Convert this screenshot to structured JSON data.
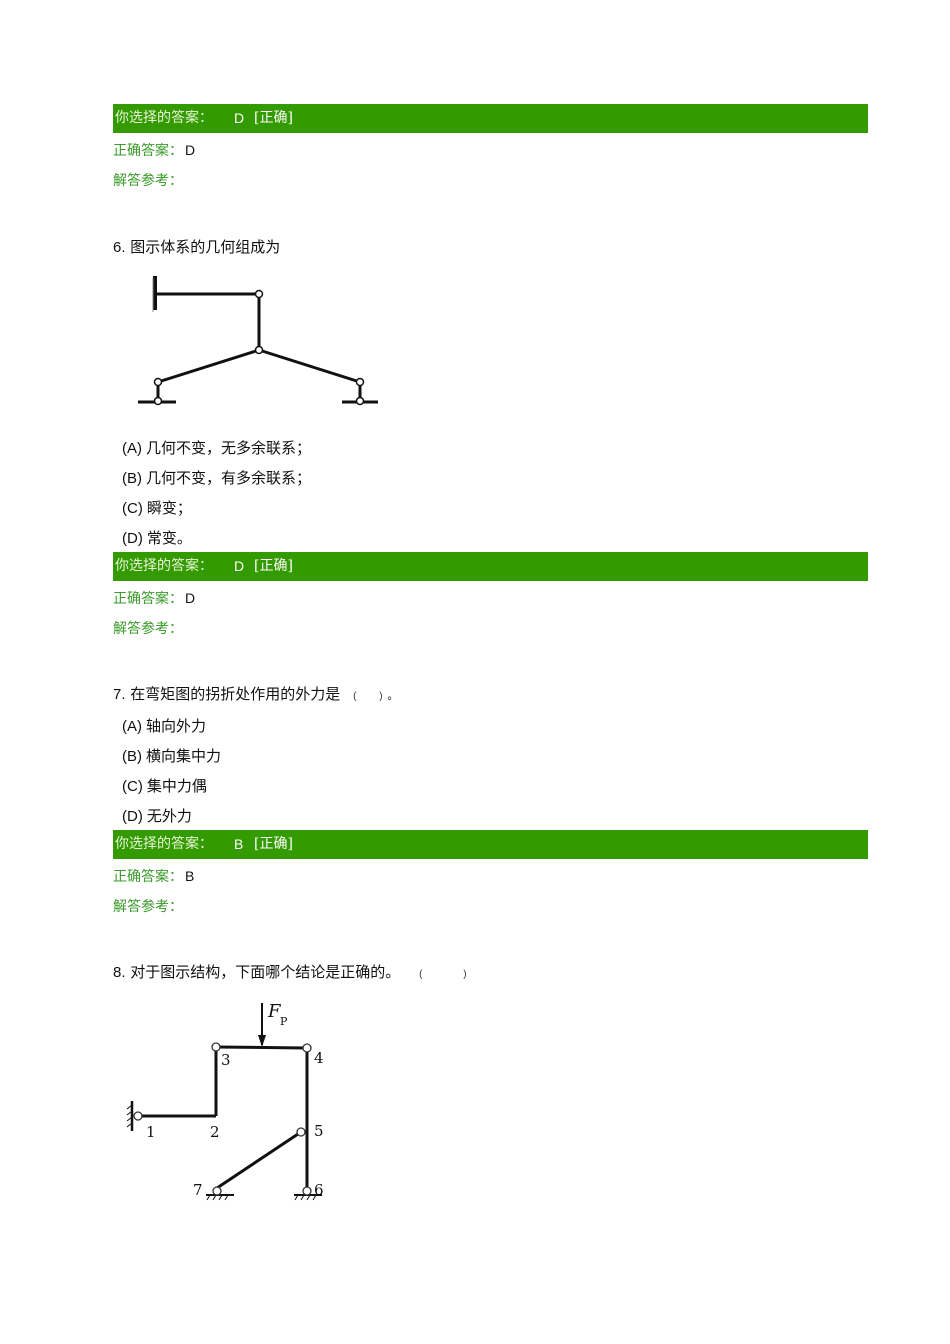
{
  "q5": {
    "result_bar": {
      "label": "你选择的答案：",
      "selected": "D",
      "status": "[正确]"
    },
    "correct": {
      "label": "正确答案：",
      "value": "D"
    },
    "explanation": {
      "label": "解答参考："
    }
  },
  "q6": {
    "number": "6.",
    "text": "图示体系的几何组成为",
    "options": [
      {
        "key": "(A)",
        "text": "几何不变，无多余联系；"
      },
      {
        "key": "(B)",
        "text": "几何不变，有多余联系；"
      },
      {
        "key": "(C)",
        "text": "瞬变；"
      },
      {
        "key": "(D)",
        "text": "常变。"
      }
    ],
    "result_bar": {
      "label": "你选择的答案：",
      "selected": "D",
      "status": "[正确]"
    },
    "correct": {
      "label": "正确答案：",
      "value": "D"
    },
    "explanation": {
      "label": "解答参考："
    }
  },
  "q7": {
    "number": "7.",
    "text": "在弯矩图的拐折处作用的外力是",
    "paren_open": "(",
    "paren_close": ")",
    "suffix": "。",
    "options": [
      {
        "key": "(A)",
        "text": "轴向外力"
      },
      {
        "key": "(B)",
        "text": "横向集中力"
      },
      {
        "key": "(C)",
        "text": "集中力偶"
      },
      {
        "key": "(D)",
        "text": "无外力"
      }
    ],
    "result_bar": {
      "label": "你选择的答案：",
      "selected": "B",
      "status": "[正确]"
    },
    "correct": {
      "label": "正确答案：",
      "value": "B"
    },
    "explanation": {
      "label": "解答参考："
    }
  },
  "q8": {
    "number": "8.",
    "text": "对于图示结构，下面哪个结论是正确的。",
    "paren_open": "(",
    "paren_close": ")",
    "figure": {
      "load_label": "F",
      "load_subscript": "P",
      "node_labels": [
        "1",
        "2",
        "3",
        "4",
        "5",
        "6",
        "7"
      ]
    }
  },
  "colors": {
    "bar_bg": "#339a00",
    "label_green": "#3a9a2a"
  }
}
